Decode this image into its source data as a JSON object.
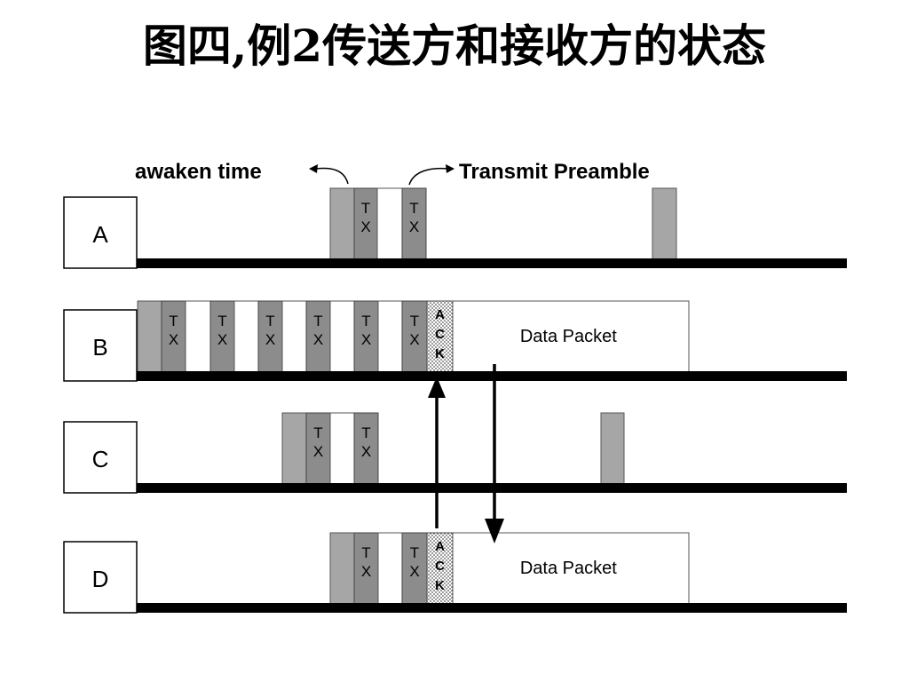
{
  "title": "图四,例2传送方和接收方的状态",
  "annotations": {
    "awaken": "awaken time",
    "preamble": "Transmit Preamble"
  },
  "rows": [
    {
      "id": "A",
      "label": "A",
      "blocks": [
        {
          "kind": "wake",
          "start": 372,
          "end": 399
        },
        {
          "kind": "tx",
          "start": 399,
          "end": 425,
          "top": "T",
          "bottom": "X"
        },
        {
          "kind": "gap",
          "start": 425,
          "end": 453
        },
        {
          "kind": "tx",
          "start": 453,
          "end": 480,
          "top": "T",
          "bottom": "X"
        },
        {
          "kind": "wake",
          "start": 735,
          "end": 762
        }
      ]
    },
    {
      "id": "B",
      "label": "B",
      "blocks": [
        {
          "kind": "wake",
          "start": 155,
          "end": 182
        },
        {
          "kind": "tx",
          "start": 182,
          "end": 209,
          "top": "T",
          "bottom": "X"
        },
        {
          "kind": "gap",
          "start": 209,
          "end": 237
        },
        {
          "kind": "tx",
          "start": 237,
          "end": 264,
          "top": "T",
          "bottom": "X"
        },
        {
          "kind": "gap",
          "start": 264,
          "end": 291
        },
        {
          "kind": "tx",
          "start": 291,
          "end": 318,
          "top": "T",
          "bottom": "X"
        },
        {
          "kind": "gap",
          "start": 318,
          "end": 345
        },
        {
          "kind": "tx",
          "start": 345,
          "end": 372,
          "top": "T",
          "bottom": "X"
        },
        {
          "kind": "gap",
          "start": 372,
          "end": 399
        },
        {
          "kind": "tx",
          "start": 399,
          "end": 426,
          "top": "T",
          "bottom": "X"
        },
        {
          "kind": "gap",
          "start": 426,
          "end": 453
        },
        {
          "kind": "tx",
          "start": 453,
          "end": 481,
          "top": "T",
          "bottom": "X"
        },
        {
          "kind": "ack",
          "start": 481,
          "end": 510,
          "letters": [
            "A",
            "C",
            "K"
          ]
        },
        {
          "kind": "data",
          "start": 510,
          "end": 776,
          "text": "Data Packet"
        }
      ]
    },
    {
      "id": "C",
      "label": "C",
      "blocks": [
        {
          "kind": "wake",
          "start": 318,
          "end": 345
        },
        {
          "kind": "tx",
          "start": 345,
          "end": 372,
          "top": "T",
          "bottom": "X"
        },
        {
          "kind": "gap",
          "start": 372,
          "end": 399
        },
        {
          "kind": "tx",
          "start": 399,
          "end": 426,
          "top": "T",
          "bottom": "X"
        },
        {
          "kind": "wake",
          "start": 677,
          "end": 703
        }
      ]
    },
    {
      "id": "D",
      "label": "D",
      "blocks": [
        {
          "kind": "wake",
          "start": 372,
          "end": 399
        },
        {
          "kind": "tx",
          "start": 399,
          "end": 426,
          "top": "T",
          "bottom": "X"
        },
        {
          "kind": "gap",
          "start": 426,
          "end": 453
        },
        {
          "kind": "tx",
          "start": 453,
          "end": 481,
          "top": "T",
          "bottom": "X"
        },
        {
          "kind": "ack",
          "start": 481,
          "end": 510,
          "letters": [
            "A",
            "C",
            "K"
          ]
        },
        {
          "kind": "data",
          "start": 510,
          "end": 776,
          "text": "Data Packet"
        }
      ]
    }
  ],
  "colors": {
    "wake": "#a6a6a6",
    "tx": "#8c8c8c",
    "line": "#000000",
    "box": "#ffffff"
  }
}
